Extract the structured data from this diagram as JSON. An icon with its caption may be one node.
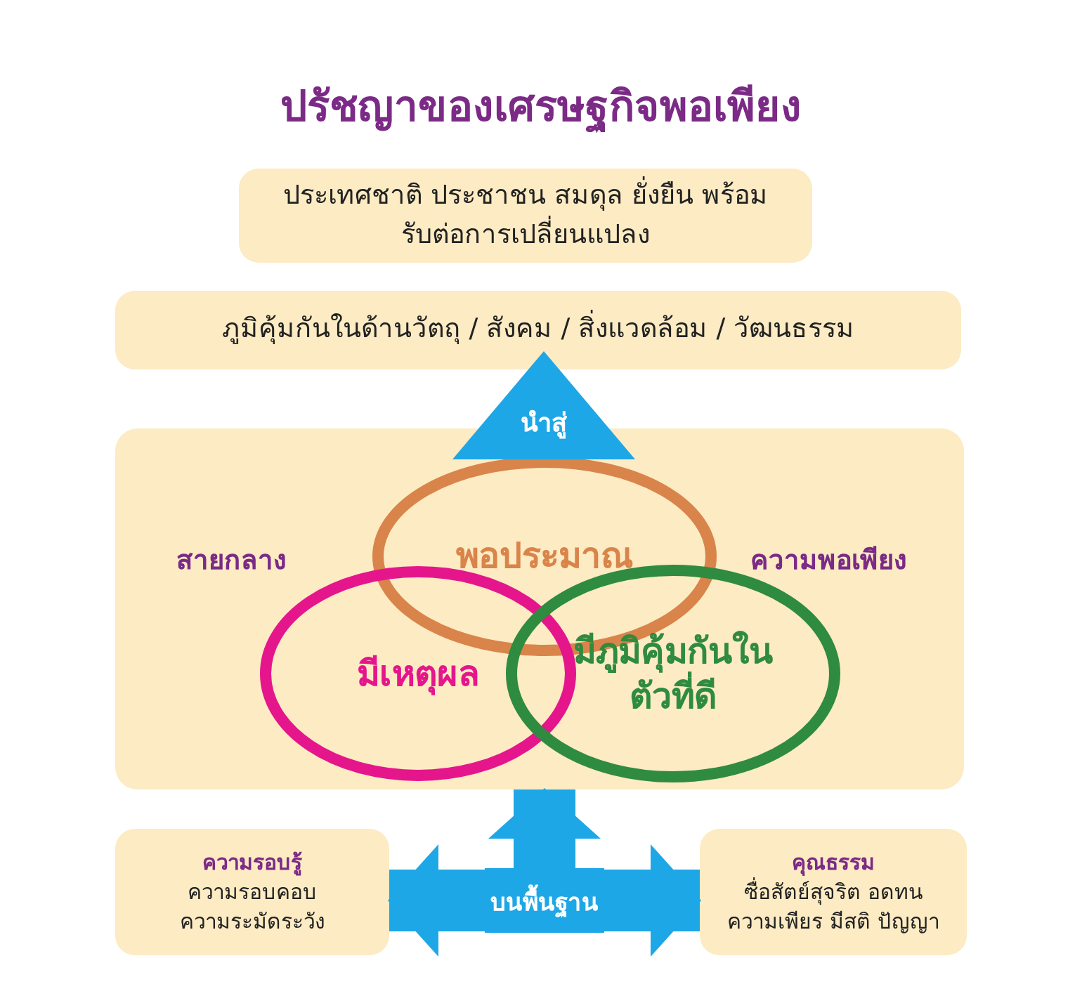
{
  "diagram": {
    "title": "ปรัชญาของเศรษฐกิจพอเพียง",
    "nodes": [
      {
        "text": [
          "ประเทศชาติ ประชาชน สมดุล ยั่งยืน พร้อมรับต่อการเปลี่ยนแปลง"
        ]
      },
      {
        "text": [
          "ภูมิคุ้มกันในด้านวัตถุ / สังคม / สิ่งแวดล้อม / วัฒนธรรม"
        ]
      },
      {
        "text": [
          "นำสู่"
        ]
      },
      {
        "text": [
          "สายกลาง",
          "ความพอเพียง"
        ]
      },
      {
        "text": [
          "พอประมาณ"
        ],
        "in": 3
      },
      {
        "text": [
          "มีเหตุผล"
        ],
        "in": 3
      },
      {
        "text": [
          "มีภูมิคุ้มกันในตัวที่ดี"
        ],
        "in": 3
      },
      {
        "text": [
          "ความรอบรู้",
          "ความรอบคอบ",
          "ความระมัดระวัง"
        ]
      },
      {
        "text": [
          "บนพื้นฐาน"
        ]
      },
      {
        "text": [
          "คุณธรรม",
          "ซื่อสัตย์สุจริต อดทน",
          "ความเพียร มีสติ ปัญญา"
        ]
      }
    ],
    "edges": [
      {
        "from": 8,
        "to": 3,
        "arrow": "to"
      },
      {
        "from": 8,
        "to": 7,
        "arrow": "to"
      },
      {
        "from": 8,
        "to": 9,
        "arrow": "to"
      }
    ]
  }
}
